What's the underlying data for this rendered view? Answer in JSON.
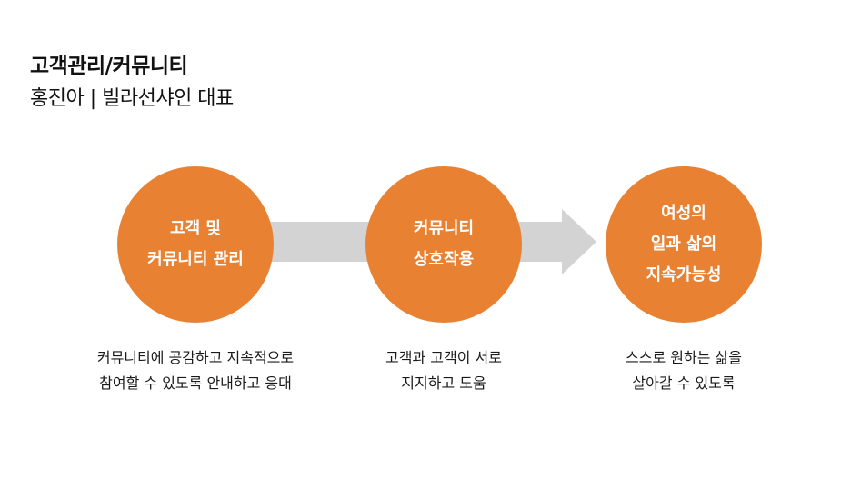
{
  "header": {
    "title": "고객관리/커뮤니티",
    "subtitle": "홍진아 | 빌라선샤인 대표"
  },
  "colors": {
    "circle": "#E98132",
    "arrow": "#D3D3D3",
    "text": "#111111"
  },
  "steps": [
    {
      "circle_lines": [
        "고객 및",
        "커뮤니티 관리"
      ],
      "caption_lines": [
        "커뮤니티에 공감하고 지속적으로",
        "참여할 수 있도록 안내하고 응대"
      ]
    },
    {
      "circle_lines": [
        "커뮤니티",
        "상호작용"
      ],
      "caption_lines": [
        "고객과 고객이 서로",
        "지지하고 도움"
      ]
    },
    {
      "circle_lines": [
        "여성의",
        "일과 삶의",
        "지속가능성"
      ],
      "caption_lines": [
        "스스로 원하는 삶을",
        "살아갈 수 있도록"
      ]
    }
  ]
}
